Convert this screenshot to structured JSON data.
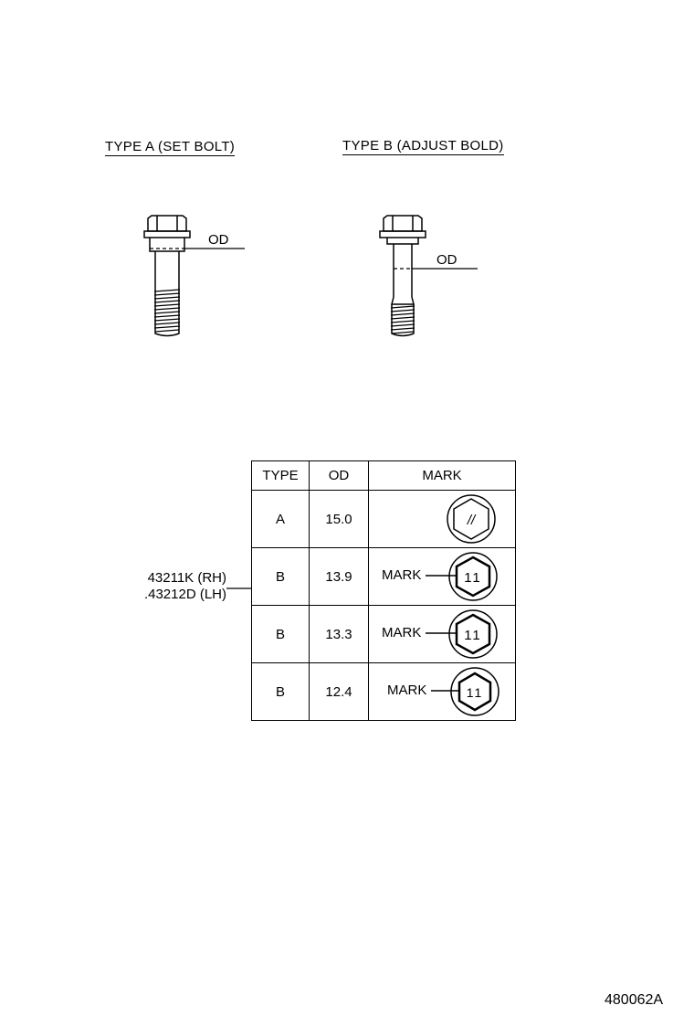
{
  "header_a": "TYPE A (SET BOLT)",
  "header_b": "TYPE B (ADJUST BOLD)",
  "od_label": "OD",
  "table": {
    "headers": [
      "TYPE",
      "OD",
      "MARK"
    ],
    "rows": [
      {
        "type": "A",
        "od": "15.0",
        "mark_label": "",
        "head_mark": "//"
      },
      {
        "type": "B",
        "od": "13.9",
        "mark_label": "MARK",
        "head_mark": "11"
      },
      {
        "type": "B",
        "od": "13.3",
        "mark_label": "MARK",
        "head_mark": "11"
      },
      {
        "type": "B",
        "od": "12.4",
        "mark_label": "MARK",
        "head_mark": "11"
      }
    ]
  },
  "part_numbers": [
    "43211K (RH)",
    ".43212D (LH)"
  ],
  "figure_id": "480062A"
}
